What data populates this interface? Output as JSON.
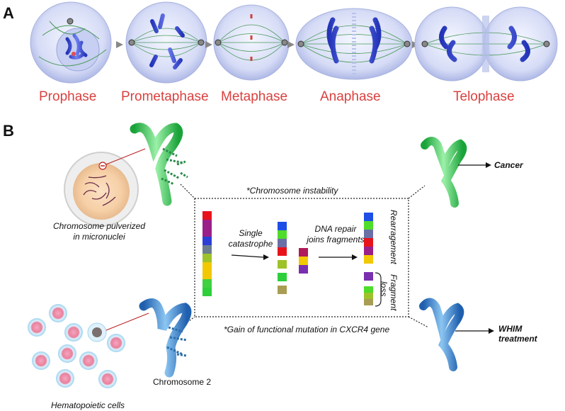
{
  "panel_a": {
    "letter": "A",
    "phases": [
      "Prophase",
      "Prometaphase",
      "Metaphase",
      "Anaphase",
      "Telophase"
    ]
  },
  "panel_b": {
    "letter": "B",
    "micronucleus_caption_1": "Chromosome pulverized",
    "micronucleus_caption_2": "in micronuclei",
    "cells_caption": "Hematopoietic cells",
    "chromosome_caption": "Chromosome 2",
    "top_note": "*Chromosome instability",
    "bottom_note": "*Gain of functional mutation in CXCR4 gene",
    "step1_line1": "Single",
    "step1_line2": "catastrophe",
    "step2_line1": "DNA repair",
    "step2_line2": "joins fragments",
    "rearrangement_label": "Rearragement",
    "fragment_loss_1": "Fragment",
    "fragment_loss_2": "loss",
    "outcome_top": "Cancer",
    "outcome_bottom_1": "WHIM",
    "outcome_bottom_2": "treatment"
  },
  "colors": {
    "phase_label": "#d9413f",
    "segments": [
      "#e8131a",
      "#9b1f88",
      "#6f2fa6",
      "#2b3fd6",
      "#6b7d8f",
      "#9ec22a",
      "#f2c800",
      "#c9c200",
      "#3fd13f",
      "#2ecf3a",
      "#a89d52",
      "#1e4ee6",
      "#4fdc2a",
      "#6a6fa6",
      "#b01a5a",
      "#7a2fb0"
    ]
  }
}
